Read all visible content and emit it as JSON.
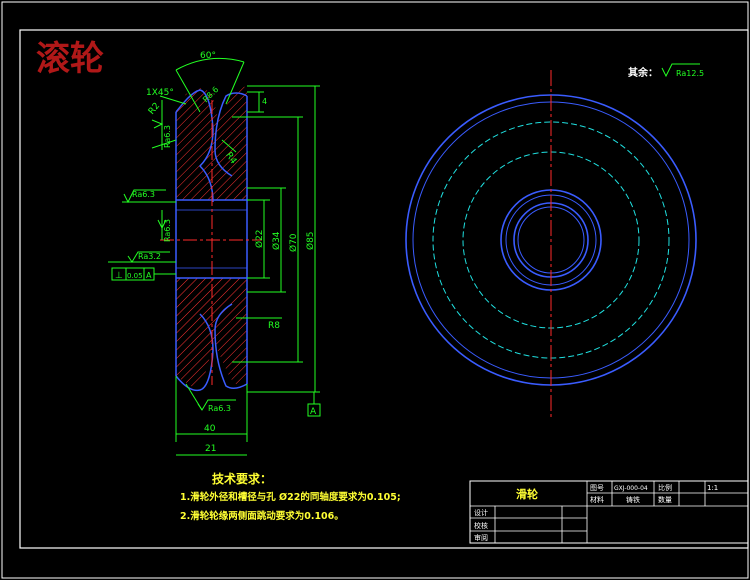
{
  "watermark": "滚轮",
  "roughness_note": {
    "prefix": "其余：",
    "value": "Ra12.5"
  },
  "dims": {
    "angle": "60°",
    "chamfer": "1X45°",
    "r1": "R2",
    "r2": "R8.6",
    "r3": "R4",
    "r4": "R8",
    "d1": "Ø22",
    "d2": "Ø34",
    "d3": "Ø70",
    "d4": "Ø85",
    "w1": "40",
    "w2": "21",
    "gap": "4"
  },
  "surface_marks": [
    "Ra6.3",
    "Ra6.3",
    "Ra6.3",
    "Ra3.2",
    "Ra6.3"
  ],
  "tolerance": {
    "symbol": "⊥",
    "value": "0.05",
    "datum": "A"
  },
  "datum_label": "A",
  "tech_requirements": {
    "title": "技术要求：",
    "items": [
      "1.滑轮外径和槽径与孔 Ø22的同轴度要求为0.105;",
      "2.滑轮轮缘两侧面跳动要求为0.106。"
    ]
  },
  "title_block": {
    "part_name": "滑轮",
    "drawing_no_label": "图号",
    "drawing_no": "GXJ-000-04",
    "scale_label": "比例",
    "scale": "1:1",
    "material_label": "材料",
    "material": "铸铁",
    "qty_label": "数量",
    "designer_label": "设计",
    "checker_label": "校核",
    "reviewer_label": "审阅"
  },
  "colors": {
    "outline": "#3a5cff",
    "dim": "#22ff22",
    "center": "#ff2a2a",
    "hidden": "#1fe0e0",
    "hatch": "#ff3333",
    "text": "#ffff33",
    "white": "#ffffff",
    "watermark": "#b01818"
  }
}
